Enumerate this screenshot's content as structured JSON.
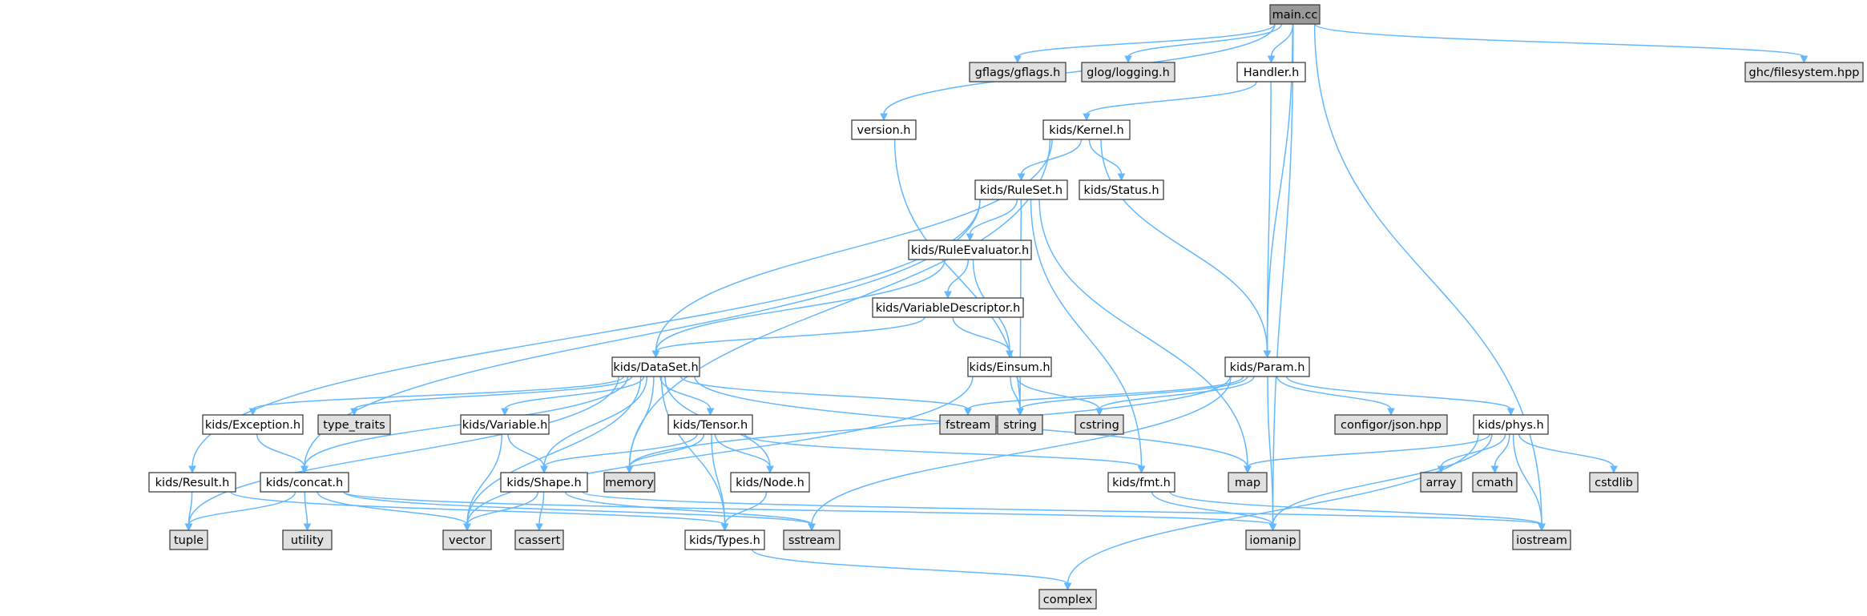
{
  "colors": {
    "edge": "#63b8ff",
    "node_border": "#404040",
    "node_fill_local": "#ffffff",
    "node_fill_system": "#e0e0e0",
    "node_fill_root": "#999999"
  },
  "nodes": [
    {
      "id": "main",
      "label": "main.cc",
      "kind": "root"
    },
    {
      "id": "gflags",
      "label": "gflags/gflags.h",
      "kind": "system"
    },
    {
      "id": "glog",
      "label": "glog/logging.h",
      "kind": "system"
    },
    {
      "id": "ghc",
      "label": "ghc/filesystem.hpp",
      "kind": "system"
    },
    {
      "id": "handler",
      "label": "Handler.h",
      "kind": "local"
    },
    {
      "id": "version",
      "label": "version.h",
      "kind": "local"
    },
    {
      "id": "kernel",
      "label": "kids/Kernel.h",
      "kind": "local"
    },
    {
      "id": "ruleset",
      "label": "kids/RuleSet.h",
      "kind": "local"
    },
    {
      "id": "status",
      "label": "kids/Status.h",
      "kind": "local"
    },
    {
      "id": "ruleeval",
      "label": "kids/RuleEvaluator.h",
      "kind": "local"
    },
    {
      "id": "vardesc",
      "label": "kids/VariableDescriptor.h",
      "kind": "local"
    },
    {
      "id": "dataset",
      "label": "kids/DataSet.h",
      "kind": "local"
    },
    {
      "id": "einsum",
      "label": "kids/Einsum.h",
      "kind": "local"
    },
    {
      "id": "param",
      "label": "kids/Param.h",
      "kind": "local"
    },
    {
      "id": "exception",
      "label": "kids/Exception.h",
      "kind": "local"
    },
    {
      "id": "type_traits",
      "label": "type_traits",
      "kind": "system"
    },
    {
      "id": "variable",
      "label": "kids/Variable.h",
      "kind": "local"
    },
    {
      "id": "tensor",
      "label": "kids/Tensor.h",
      "kind": "local"
    },
    {
      "id": "fstream",
      "label": "fstream",
      "kind": "system"
    },
    {
      "id": "string",
      "label": "string",
      "kind": "system"
    },
    {
      "id": "cstring",
      "label": "cstring",
      "kind": "system"
    },
    {
      "id": "configor",
      "label": "configor/json.hpp",
      "kind": "system"
    },
    {
      "id": "phys",
      "label": "kids/phys.h",
      "kind": "local"
    },
    {
      "id": "result",
      "label": "kids/Result.h",
      "kind": "local"
    },
    {
      "id": "concat",
      "label": "kids/concat.h",
      "kind": "local"
    },
    {
      "id": "memory",
      "label": "memory",
      "kind": "system"
    },
    {
      "id": "shape",
      "label": "kids/Shape.h",
      "kind": "local"
    },
    {
      "id": "node",
      "label": "kids/Node.h",
      "kind": "local"
    },
    {
      "id": "map",
      "label": "map",
      "kind": "system"
    },
    {
      "id": "fmt",
      "label": "kids/fmt.h",
      "kind": "local"
    },
    {
      "id": "array",
      "label": "array",
      "kind": "system"
    },
    {
      "id": "cmath",
      "label": "cmath",
      "kind": "system"
    },
    {
      "id": "cstdlib",
      "label": "cstdlib",
      "kind": "system"
    },
    {
      "id": "tuple",
      "label": "tuple",
      "kind": "system"
    },
    {
      "id": "utility",
      "label": "utility",
      "kind": "system"
    },
    {
      "id": "vector",
      "label": "vector",
      "kind": "system"
    },
    {
      "id": "cassert",
      "label": "cassert",
      "kind": "system"
    },
    {
      "id": "sstream",
      "label": "sstream",
      "kind": "system"
    },
    {
      "id": "types",
      "label": "kids/Types.h",
      "kind": "local"
    },
    {
      "id": "iomanip",
      "label": "iomanip",
      "kind": "system"
    },
    {
      "id": "iostream",
      "label": "iostream",
      "kind": "system"
    },
    {
      "id": "complex",
      "label": "complex",
      "kind": "system"
    }
  ],
  "edges": [
    [
      "main",
      "gflags"
    ],
    [
      "main",
      "glog"
    ],
    [
      "main",
      "version"
    ],
    [
      "main",
      "handler"
    ],
    [
      "main",
      "param"
    ],
    [
      "main",
      "ghc"
    ],
    [
      "main",
      "iomanip"
    ],
    [
      "main",
      "iostream"
    ],
    [
      "handler",
      "kernel"
    ],
    [
      "handler",
      "param"
    ],
    [
      "version",
      "string"
    ],
    [
      "kernel",
      "ruleset"
    ],
    [
      "kernel",
      "status"
    ],
    [
      "kernel",
      "dataset"
    ],
    [
      "kernel",
      "param"
    ],
    [
      "kernel",
      "memory"
    ],
    [
      "ruleset",
      "ruleeval"
    ],
    [
      "ruleset",
      "fmt"
    ],
    [
      "ruleset",
      "map"
    ],
    [
      "ruleset",
      "string"
    ],
    [
      "ruleset",
      "result"
    ],
    [
      "ruleset",
      "concat"
    ],
    [
      "ruleeval",
      "vardesc"
    ],
    [
      "ruleeval",
      "einsum"
    ],
    [
      "ruleeval",
      "dataset"
    ],
    [
      "vardesc",
      "dataset"
    ],
    [
      "vardesc",
      "einsum"
    ],
    [
      "einsum",
      "string"
    ],
    [
      "einsum",
      "cstring"
    ],
    [
      "einsum",
      "vector"
    ],
    [
      "dataset",
      "exception"
    ],
    [
      "dataset",
      "type_traits"
    ],
    [
      "dataset",
      "variable"
    ],
    [
      "dataset",
      "tensor"
    ],
    [
      "dataset",
      "fstream"
    ],
    [
      "dataset",
      "memory"
    ],
    [
      "dataset",
      "shape"
    ],
    [
      "dataset",
      "node"
    ],
    [
      "dataset",
      "map"
    ],
    [
      "dataset",
      "types"
    ],
    [
      "dataset",
      "concat"
    ],
    [
      "dataset",
      "tuple"
    ],
    [
      "dataset",
      "vector"
    ],
    [
      "exception",
      "concat"
    ],
    [
      "variable",
      "shape"
    ],
    [
      "variable",
      "vector"
    ],
    [
      "tensor",
      "shape"
    ],
    [
      "tensor",
      "node"
    ],
    [
      "tensor",
      "types"
    ],
    [
      "tensor",
      "memory"
    ],
    [
      "tensor",
      "fmt"
    ],
    [
      "param",
      "phys"
    ],
    [
      "param",
      "configor"
    ],
    [
      "param",
      "fstream"
    ],
    [
      "param",
      "string"
    ],
    [
      "param",
      "cstring"
    ],
    [
      "param",
      "memory"
    ],
    [
      "param",
      "iomanip"
    ],
    [
      "param",
      "sstream"
    ],
    [
      "phys",
      "map"
    ],
    [
      "phys",
      "array"
    ],
    [
      "phys",
      "cmath"
    ],
    [
      "phys",
      "cstdlib"
    ],
    [
      "phys",
      "iomanip"
    ],
    [
      "phys",
      "iostream"
    ],
    [
      "phys",
      "complex"
    ],
    [
      "result",
      "tuple"
    ],
    [
      "result",
      "types"
    ],
    [
      "concat",
      "tuple"
    ],
    [
      "concat",
      "utility"
    ],
    [
      "concat",
      "vector"
    ],
    [
      "concat",
      "sstream"
    ],
    [
      "concat",
      "iomanip"
    ],
    [
      "shape",
      "vector"
    ],
    [
      "shape",
      "cassert"
    ],
    [
      "shape",
      "sstream"
    ],
    [
      "shape",
      "iostream"
    ],
    [
      "node",
      "types"
    ],
    [
      "fmt",
      "iomanip"
    ],
    [
      "fmt",
      "iostream"
    ],
    [
      "types",
      "complex"
    ]
  ]
}
